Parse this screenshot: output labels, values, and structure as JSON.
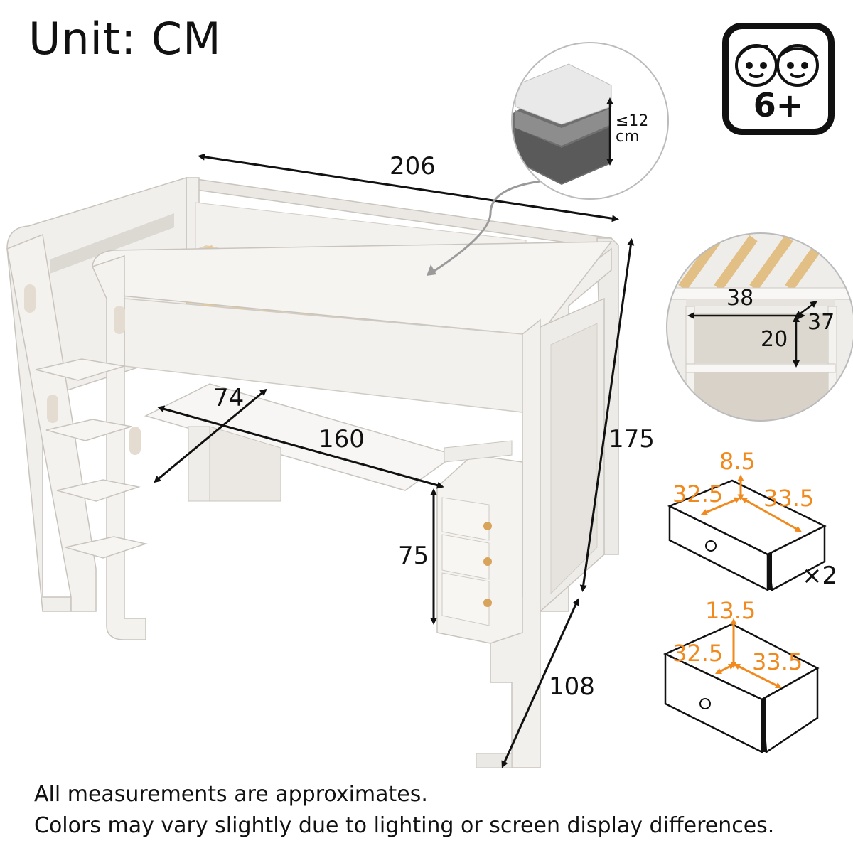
{
  "title": "Unit: CM",
  "age_badge": {
    "text": "6+",
    "icon": "two-kids-faces-icon"
  },
  "mattress_note": {
    "line1": "≤12",
    "line2": "cm"
  },
  "dimensions": {
    "length": "206",
    "height": "175",
    "width": "108",
    "desk_length": "160",
    "desk_depth": "74",
    "desk_height": "75"
  },
  "shelf_callout": {
    "width": "38",
    "depth": "37",
    "height": "20"
  },
  "drawer_small": {
    "height": "8.5",
    "width": "32.5",
    "depth": "33.5",
    "count": "×2"
  },
  "drawer_large": {
    "height": "13.5",
    "width": "32.5",
    "depth": "33.5"
  },
  "footnotes": [
    "All measurements are approximates.",
    "Colors may vary slightly due to lighting or screen display differences."
  ],
  "colors": {
    "accent": "#f08a1e",
    "text": "#111111",
    "frame": "#f1efec",
    "slat": "#e8cfa0"
  }
}
